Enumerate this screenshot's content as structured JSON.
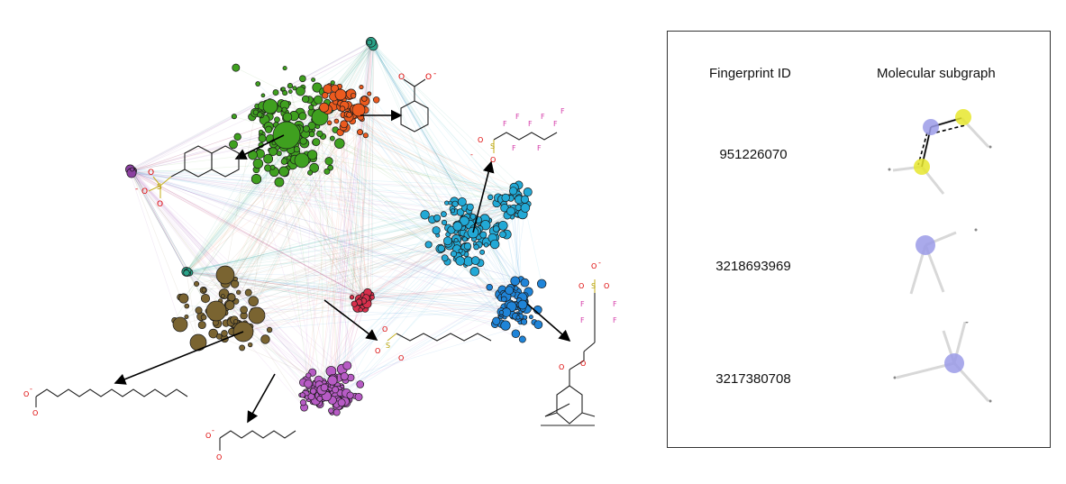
{
  "legend": {
    "col1_header": "Fingerprint ID",
    "col2_header": "Molecular subgraph",
    "rows": [
      {
        "id": "951226070"
      },
      {
        "id": "3218693969"
      },
      {
        "id": "3217380708"
      }
    ]
  },
  "atom_labels": {
    "oxygen": "O",
    "o_minus": "O",
    "minus": "-",
    "sulfur": "S",
    "fluorine": "F"
  },
  "colors": {
    "green": "#3fa01f",
    "orange": "#ec5a1e",
    "cyan": "#22a9d6",
    "blue": "#1f84d8",
    "brown": "#7a6431",
    "red": "#d8304d",
    "purple": "#b75bc5",
    "teal": "#2aa389",
    "violet": "#8c3fa1",
    "highlight_blue": "#9b9be8",
    "highlight_yellow": "#e6e62e"
  }
}
